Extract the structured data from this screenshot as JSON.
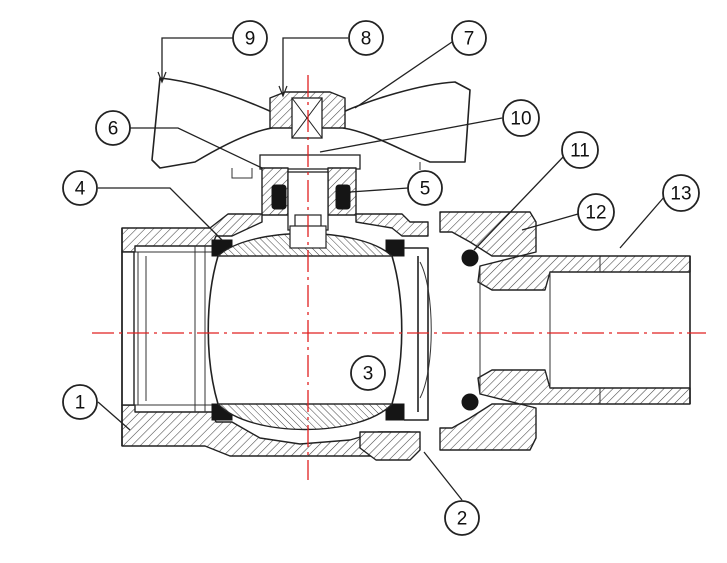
{
  "diagram": {
    "callouts": [
      {
        "id": "c1",
        "label": "1"
      },
      {
        "id": "c2",
        "label": "2"
      },
      {
        "id": "c4",
        "label": "4"
      },
      {
        "id": "c5",
        "label": "5"
      },
      {
        "id": "c6",
        "label": "6"
      },
      {
        "id": "c7",
        "label": "7"
      },
      {
        "id": "c8",
        "label": "8"
      },
      {
        "id": "c9",
        "label": "9"
      },
      {
        "id": "c10",
        "label": "10"
      },
      {
        "id": "c11",
        "label": "11"
      },
      {
        "id": "c12",
        "label": "12"
      },
      {
        "id": "c13",
        "label": "13"
      }
    ],
    "ball_label": "3",
    "colors": {
      "centerline": "#e02020",
      "ink": "#222222",
      "seal": "#151515",
      "background": "#ffffff"
    }
  }
}
